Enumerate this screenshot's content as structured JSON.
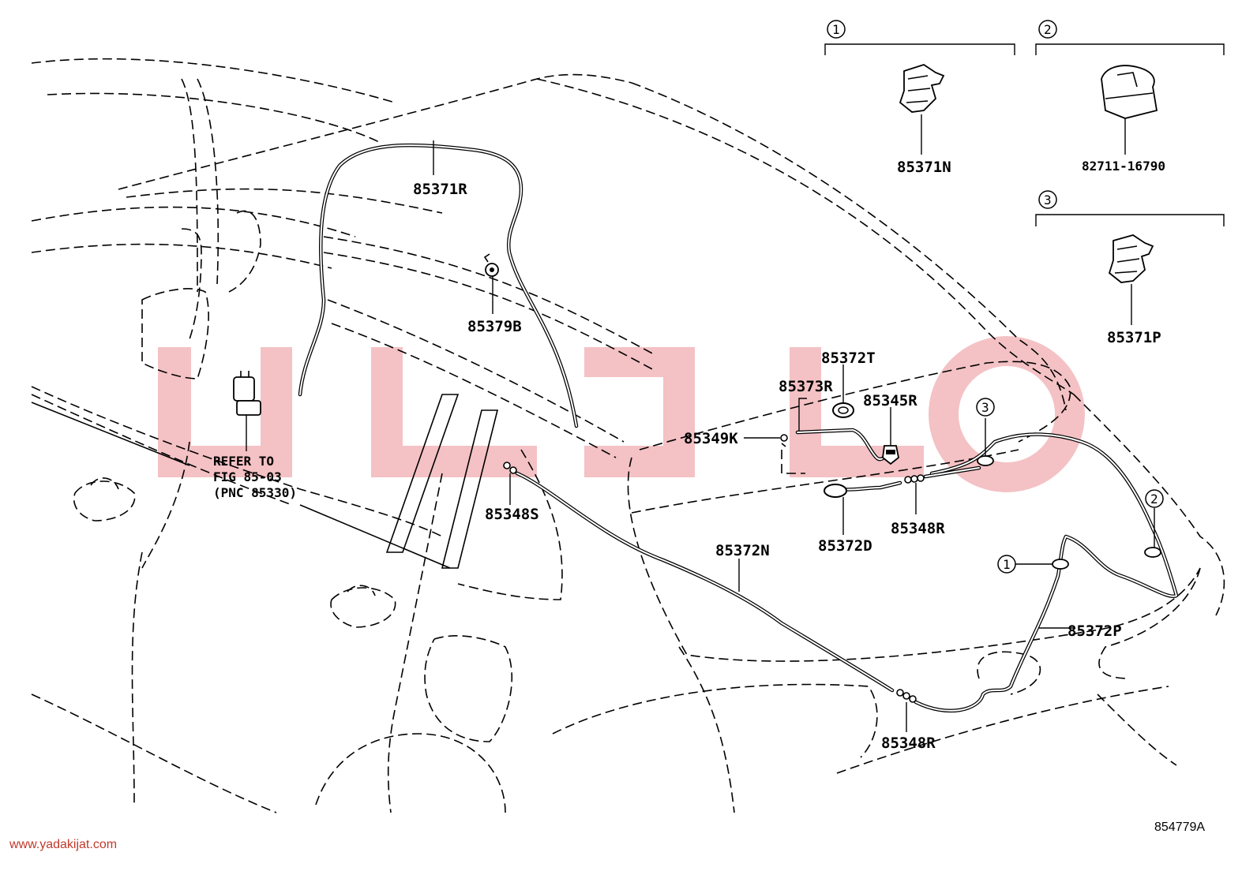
{
  "diagram": {
    "parts": {
      "p85371R": "85371R",
      "p85379B": "85379B",
      "p85372T": "85372T",
      "p85373R": "85373R",
      "p85345R": "85345R",
      "p85349K": "85349K",
      "p85348S": "85348S",
      "p85372D": "85372D",
      "p85348R_upper": "85348R",
      "p85372N": "85372N",
      "p85372P": "85372P",
      "p85348R_lower": "85348R"
    },
    "refer": {
      "line1": "REFER TO",
      "line2": "FIG 85-03",
      "line3": "(PNC 85330)"
    },
    "insets": [
      {
        "num": "1",
        "part": "85371N"
      },
      {
        "num": "2",
        "part": "82711-16790"
      },
      {
        "num": "3",
        "part": "85371P"
      }
    ],
    "callouts": {
      "c3": "3",
      "c2": "2",
      "c1": "1"
    },
    "watermark_color": "#e8a0a4"
  },
  "footer": {
    "url": "www.yadakijat.com",
    "figure_code": "854779A"
  }
}
